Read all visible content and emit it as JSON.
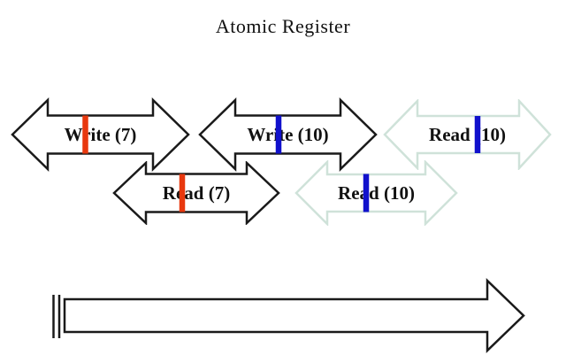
{
  "diagram": {
    "title": "Atomic Register",
    "operations": [
      {
        "label": "Write (7)",
        "marker_color": "#e8380e",
        "outline_color": "#1a1a1a"
      },
      {
        "label": "Write (10)",
        "marker_color": "#1111cc",
        "outline_color": "#1a1a1a"
      },
      {
        "label": "Read (10)",
        "marker_color": "#1111cc",
        "outline_color": "#cfe2d9"
      },
      {
        "label": "Read (7)",
        "marker_color": "#e8380e",
        "outline_color": "#1a1a1a"
      },
      {
        "label": "Read (10)",
        "marker_color": "#1111cc",
        "outline_color": "#cfe2d9"
      }
    ],
    "timeline": {
      "outline_color": "#1a1a1a",
      "fill_color": "#ffffff"
    }
  }
}
